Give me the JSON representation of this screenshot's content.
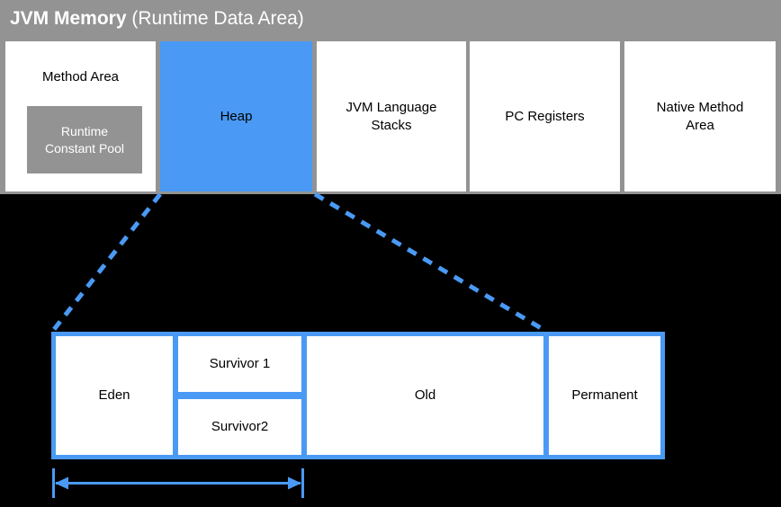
{
  "diagram": {
    "background_color": "#000000",
    "accent_blue": "#4a9af5",
    "gray": "#939393",
    "white": "#ffffff"
  },
  "jvm_memory": {
    "title_bold": "JVM Memory",
    "title_regular": " (Runtime Data Area)",
    "regions": [
      {
        "id": "method-area",
        "label": "Method Area",
        "fill": "#ffffff"
      },
      {
        "id": "heap",
        "label": "Heap",
        "fill": "#4a9af5"
      },
      {
        "id": "jvm-stacks",
        "label": "JVM Language\nStacks",
        "line1": "JVM Language",
        "line2": "Stacks",
        "fill": "#ffffff"
      },
      {
        "id": "pc-registers",
        "label": "PC Registers",
        "fill": "#ffffff"
      },
      {
        "id": "native-method-area",
        "label": "Native Method\nArea",
        "line1": "Native Method",
        "line2": "Area",
        "fill": "#ffffff"
      }
    ],
    "runtime_constant_pool": {
      "line1": "Runtime",
      "line2": "Constant Pool",
      "fill": "#939393"
    }
  },
  "heap_detail": {
    "border_color": "#4a9af5",
    "generations": [
      {
        "id": "eden",
        "label": "Eden"
      },
      {
        "id": "survivor1",
        "label": "Survivor 1"
      },
      {
        "id": "survivor2",
        "label": "Survivor2"
      },
      {
        "id": "old",
        "label": "Old"
      },
      {
        "id": "permanent",
        "label": "Permanent"
      }
    ],
    "dimension_arrow": {
      "label": "",
      "color": "#4a9af5",
      "spans": "eden-through-survivor2"
    }
  }
}
